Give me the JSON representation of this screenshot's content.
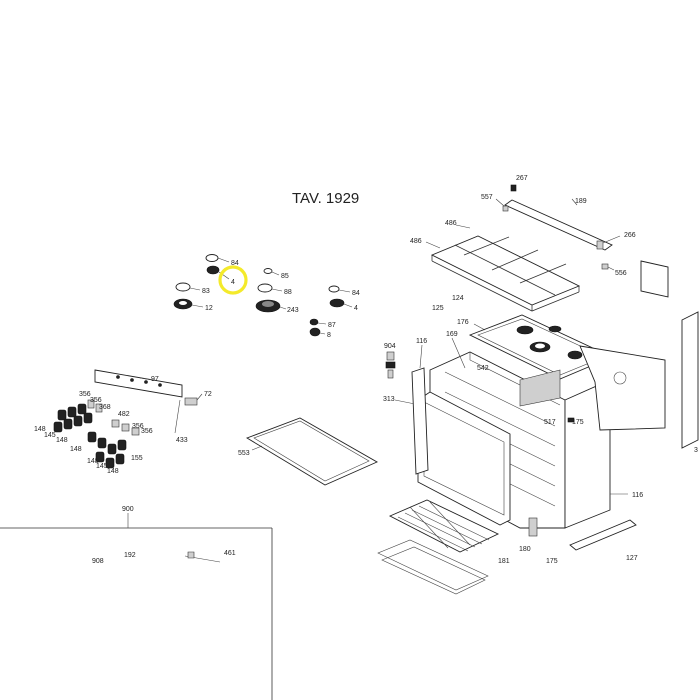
{
  "title": "TAV. 1929",
  "labels": {
    "l84a": "84",
    "l4a": "4",
    "l85": "85",
    "l83": "83",
    "l88": "88",
    "l84b": "84",
    "l12": "12",
    "l243": "243",
    "l4b": "4",
    "l87": "87",
    "l8": "8",
    "l97": "97",
    "l72": "72",
    "l356a": "356",
    "l356b": "356",
    "l368": "368",
    "l482": "482",
    "l148a": "148",
    "l145a": "145",
    "l148b": "148",
    "l148c": "148",
    "l356c": "356",
    "l356d": "356",
    "l433": "433",
    "l148d": "148",
    "l145b": "145",
    "l148e": "148",
    "l155": "155",
    "l553": "553",
    "l900": "900",
    "l192": "192",
    "l461": "461",
    "l908": "908",
    "l267": "267",
    "l557": "557",
    "l189": "189",
    "l486a": "486",
    "l486b": "486",
    "l266": "266",
    "l556": "556",
    "l124": "124",
    "l125": "125",
    "l904": "904",
    "l169": "169",
    "l116a": "116",
    "l542": "542",
    "l176": "176",
    "l313": "313",
    "l517": "517",
    "l175": "175",
    "l116b": "116",
    "l180": "180",
    "l127": "127",
    "l3": "3",
    "l181": "181"
  },
  "highlight": {
    "target": "4",
    "color": "#f4ea2b"
  }
}
